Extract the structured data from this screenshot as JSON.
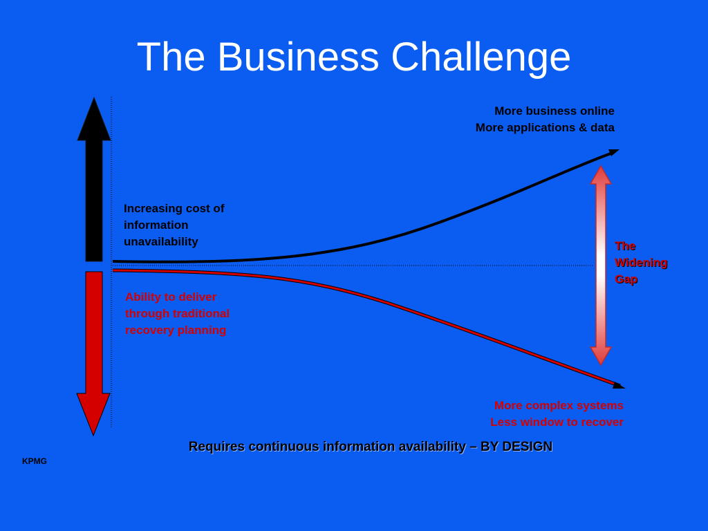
{
  "slide": {
    "title": "The Business Challenge",
    "top_label": {
      "line1": "More business online",
      "line2": "More applications & data"
    },
    "cost_label": {
      "line1": "Increasing cost of",
      "line2": "information",
      "line3": "unavailability"
    },
    "ability_label": {
      "line1": "Ability to deliver",
      "line2": "through traditional",
      "line3": "recovery planning"
    },
    "gap_label": {
      "line1": "The",
      "line2": "Widening",
      "line3": "Gap"
    },
    "bottom_label": {
      "line1": "More complex systems",
      "line2": "Less window to recover"
    },
    "footer": "Requires continuous information availability – BY DESIGN",
    "brand": "KPMG"
  },
  "colors": {
    "background": "#0B5CF0",
    "up_curve": "#000000",
    "down_curve": "#D40000",
    "gap_arrow": "#E64545"
  }
}
